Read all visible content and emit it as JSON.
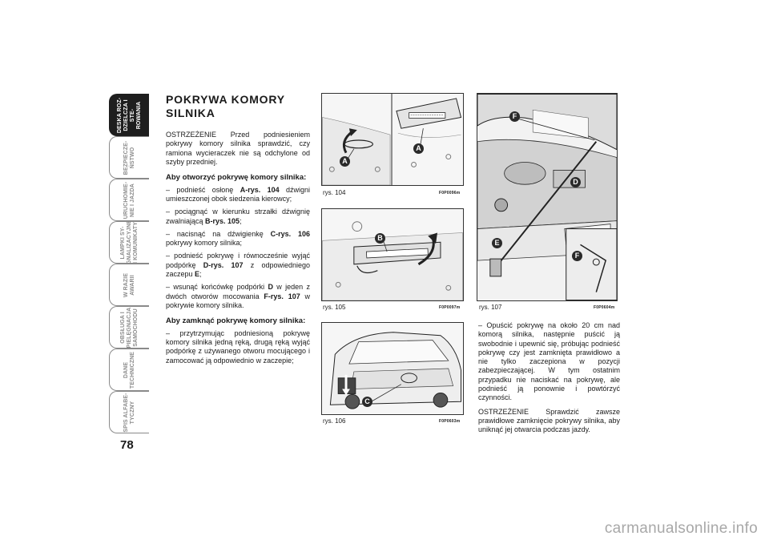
{
  "page_number": "78",
  "tabs": [
    {
      "label": "DESKA ROZ-\nDZIELCZA I STE-\nROWANIA",
      "active": true
    },
    {
      "label": "BEZPIECZE-\nŃSTWO",
      "active": false
    },
    {
      "label": "URUCHOMIE-\nNIE I JAZDA",
      "active": false
    },
    {
      "label": "LAMPKI SY-\nGNALIZACYJNE\nI KOMUNIKATY",
      "active": false
    },
    {
      "label": "W RAZIE\nAWARII",
      "active": false
    },
    {
      "label": "OBSŁUGA I\nPIELĘGNACJA\nSAMOCHODU",
      "active": false
    },
    {
      "label": "DANE\nTECHNICZNE",
      "active": false
    },
    {
      "label": "SPIS ALFABE-\nTYCZNY",
      "active": false
    }
  ],
  "section": {
    "title": "POKRYWA KOMORY SILNIKA",
    "warning1": "OSTRZEŻENIE Przed podniesieniem pokrywy komory silnika sprawdzić, czy ramiona wycieraczek nie są odchylone od szyby przedniej.",
    "open_heading": "Aby otworzyć pokrywę komory silnika:",
    "open_steps": [
      {
        "pre": "– podnieść osłonę ",
        "ref": "A-rys. 104",
        "post": " dźwigni umieszczonej obok siedzenia kierowcy;"
      },
      {
        "pre": "– pociągnąć w kierunku strzałki dźwignię zwalniającą ",
        "ref": "B-rys. 105",
        "post": ";"
      },
      {
        "pre": "– nacisnąć na dźwigienkę ",
        "ref": "C-rys. 106",
        "post": " pokrywy komory silnika;"
      },
      {
        "pre": "– podnieść pokrywę i równocześnie wyjąć podpórkę ",
        "ref": "D-rys. 107",
        "post": " z odpowiedniego zaczepu ",
        "ref2": "E",
        "post2": ";"
      },
      {
        "pre": "– wsunąć końcówkę podpórki ",
        "ref": "D",
        "post": " w jeden z dwóch otworów mocowania ",
        "ref2": "F-rys. 107",
        "post2": " w pokrywie komory silnika."
      }
    ],
    "close_heading": "Aby zamknąć pokrywę komory silnika:",
    "close_steps": [
      "– przytrzymując podniesioną pokrywę komory silnika jedną ręką, drugą ręką wyjąć podpórkę z używanego otworu mocującego i zamocować ją odpowiednio w zaczepie;",
      "– Opuścić pokrywę na około 20 cm nad komorą silnika, następnie puścić ją swobodnie i upewnić się, próbując podnieść pokrywę czy jest zamknięta prawidłowo a nie tylko zaczepiona w pozycji zabezpieczającej. W tym ostatnim przypadku nie naciskać na pokrywę, ale podnieść ją ponownie i powtórzyć czynności."
    ],
    "warning2": "OSTRZEŻENIE Sprawdzić zawsze prawidłowe zamknięcie pokrywy silnika, aby uniknąć jej otwarcia podczas jazdy."
  },
  "figures": [
    {
      "caption": "rys. 104",
      "code": "F0P0096m",
      "labels": [
        "A",
        "A"
      ]
    },
    {
      "caption": "rys. 105",
      "code": "F0P0097m",
      "labels": [
        "B"
      ]
    },
    {
      "caption": "rys. 106",
      "code": "F0P0603m",
      "labels": [
        "C"
      ]
    },
    {
      "caption": "rys. 107",
      "code": "F0P0604m",
      "labels": [
        "F",
        "D",
        "E",
        "F"
      ]
    }
  ],
  "watermark": "carmanualsonline.info",
  "colors": {
    "tab_active": "#1e1e1e",
    "tab_inactive_text": "#8c8c8c",
    "callout": "#2a2a2a"
  }
}
